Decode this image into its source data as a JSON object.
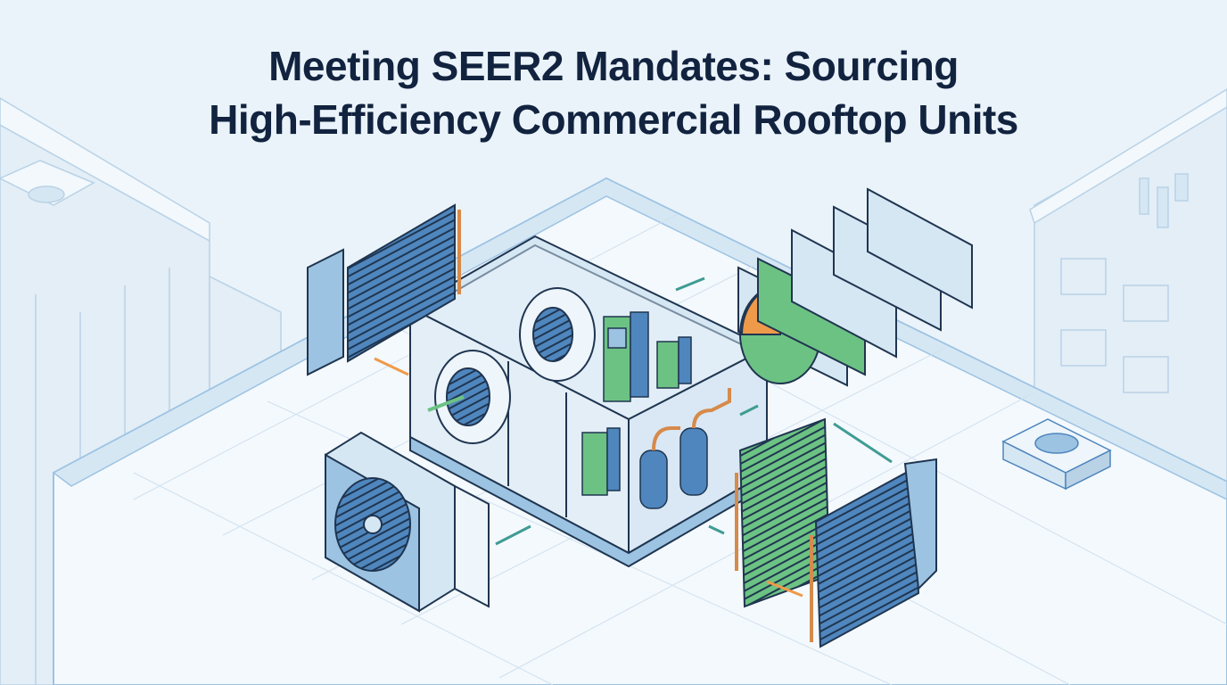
{
  "title": {
    "line1": "Meeting SEER2 Mandates: Sourcing",
    "line2": "High-Efficiency Commercial Rooftop Units"
  },
  "illustration": {
    "subject": "exploded isometric view of a commercial rooftop HVAC unit",
    "components": [
      "evaporator-coil-left",
      "side-panel-left",
      "supply-blower",
      "return-blower",
      "variable-frequency-drive",
      "controller-module",
      "scroll-compressors",
      "condenser-fan",
      "energy-recovery-wheel",
      "filter-panel",
      "damper-louvers",
      "condenser-coil-green",
      "condenser-coil-blue"
    ],
    "background": [
      "rooftop-grid",
      "building-left",
      "building-right",
      "rooftop-vent-box"
    ]
  },
  "colors": {
    "background": "#eaf3fa",
    "title": "#12233f",
    "outline": "#1f3550",
    "steel_light": "#d6e7f4",
    "steel_mid": "#9cc3e2",
    "steel_dark": "#4f86bd",
    "green": "#6cc283",
    "orange": "#ef9a4a",
    "teal_arrow": "#3f9c94",
    "copper": "#d68a4b"
  }
}
